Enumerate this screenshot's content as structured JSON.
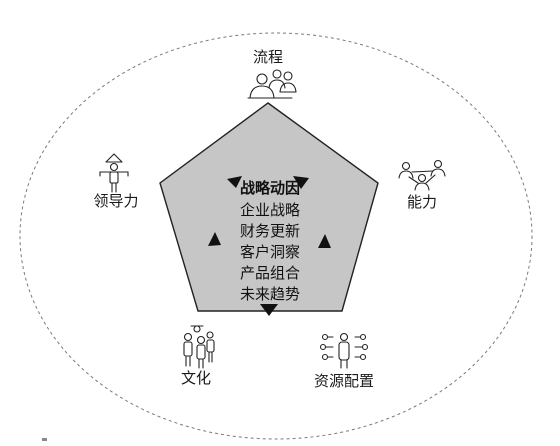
{
  "center": {
    "title": "战略动因",
    "items": [
      "企业战略",
      "财务更新",
      "客户洞察",
      "产品组合",
      "未来趋势"
    ]
  },
  "nodes": {
    "process": {
      "label": "流程",
      "icon": "people-group-icon"
    },
    "capability": {
      "label": "能力",
      "icon": "network-people-icon"
    },
    "resource": {
      "label": "资源配置",
      "icon": "resource-person-icon"
    },
    "culture": {
      "label": "文化",
      "icon": "crowd-icon"
    },
    "leadership": {
      "label": "领导力",
      "icon": "leader-icon"
    }
  },
  "colors": {
    "pentagon_fill": "#c6c6c6",
    "stroke": "#222222",
    "dashed_circle": "#7a7a7a"
  }
}
